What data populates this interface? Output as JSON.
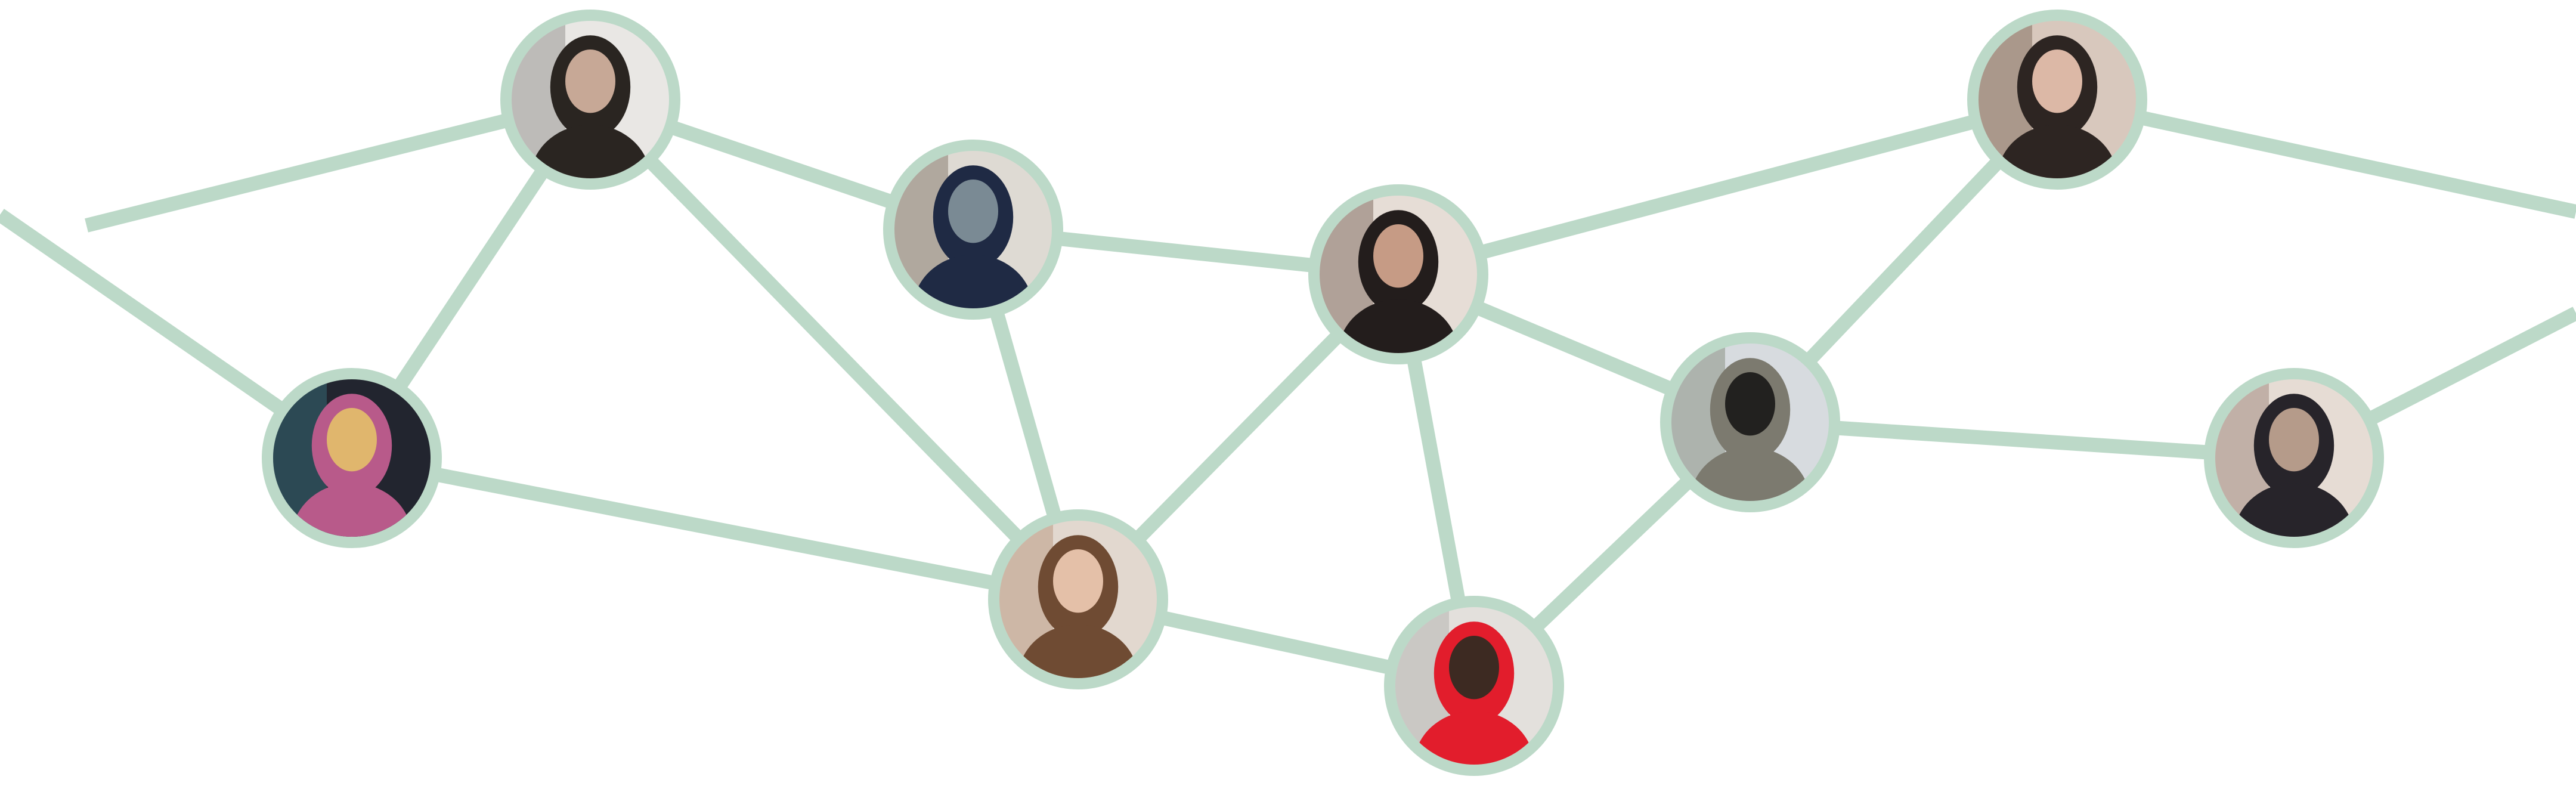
{
  "network": {
    "line_color": "#bcd9c8",
    "nodes": [
      {
        "id": "n1",
        "photo": "woman-with-dark-hair-and-glasses-indoors",
        "palette": [
          "#e9e7e4",
          "#2a2521",
          "#c7a896",
          "#6e6a66"
        ]
      },
      {
        "id": "n2",
        "photo": "woman-in-navy-dress-on-street",
        "palette": [
          "#dedad3",
          "#1f2a44",
          "#7a8a94",
          "#5c4a3c"
        ]
      },
      {
        "id": "n3",
        "photo": "woman-with-curly-hair-in-black-top",
        "palette": [
          "#e6ddd6",
          "#231d1c",
          "#c69b85",
          "#4a3024"
        ]
      },
      {
        "id": "n4",
        "photo": "woman-with-long-brown-hair-in-front-of-brick-wall",
        "palette": [
          "#d8c8bd",
          "#2d2522",
          "#dcb8a6",
          "#57402f"
        ]
      },
      {
        "id": "n5",
        "photo": "portrait-with-colorful-light-on-face",
        "palette": [
          "#22252f",
          "#b85a8a",
          "#e0b66d",
          "#3e8c9a"
        ]
      },
      {
        "id": "n6",
        "photo": "woman-with-long-wavy-hair-smiling",
        "palette": [
          "#e2d8cf",
          "#6f4b33",
          "#e4c0a8",
          "#a77b58"
        ]
      },
      {
        "id": "n7",
        "photo": "woman-in-red-dress-outdoors",
        "palette": [
          "#e3e0dc",
          "#e21d2c",
          "#3d2a22",
          "#9c9a97"
        ]
      },
      {
        "id": "n8",
        "photo": "man-in-front-of-stone-monument",
        "palette": [
          "#d7dbdf",
          "#7c7a6f",
          "#22211f",
          "#5e6b4f"
        ]
      },
      {
        "id": "n9",
        "photo": "woman-in-black-sitting-in-doorway",
        "palette": [
          "#e6dcd4",
          "#27242a",
          "#b59b8a",
          "#7a5e52"
        ]
      }
    ]
  }
}
